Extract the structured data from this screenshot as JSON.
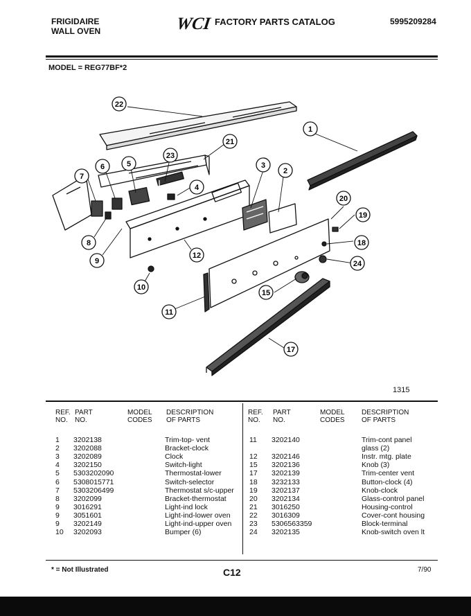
{
  "header": {
    "brand": "FRIGIDAIRE",
    "product": "WALL OVEN",
    "logo_text": "WCI",
    "catalog_title": "FACTORY PARTS CATALOG",
    "catalog_number": "5995209284"
  },
  "model_line": "MODEL = REG77BF*2",
  "figure_number": "1315",
  "callouts": [
    "1",
    "2",
    "3",
    "4",
    "5",
    "6",
    "7",
    "8",
    "9",
    "10",
    "11",
    "12",
    "15",
    "17",
    "18",
    "19",
    "20",
    "21",
    "22",
    "23",
    "24"
  ],
  "table_headers": {
    "ref": "REF.\nNO.",
    "part": "PART\nNO.",
    "model_codes": "MODEL\nCODES",
    "description": "DESCRIPTION\nOF PARTS"
  },
  "parts_left": [
    {
      "ref": "1",
      "part": "3202138",
      "desc": "Trim-top- vent"
    },
    {
      "ref": "2",
      "part": "3202088",
      "desc": "Bracket-clock"
    },
    {
      "ref": "3",
      "part": "3202089",
      "desc": "Clock"
    },
    {
      "ref": "4",
      "part": "3202150",
      "desc": "Switch-light"
    },
    {
      "ref": "5",
      "part": "5303202090",
      "desc": "Thermostat-lower"
    },
    {
      "ref": "6",
      "part": "5308015771",
      "desc": "Switch-selector"
    },
    {
      "ref": "7",
      "part": "5303206499",
      "desc": "Thermostat s/c-upper"
    },
    {
      "ref": "8",
      "part": "3202099",
      "desc": "Bracket-thermostat"
    },
    {
      "ref": "9",
      "part": "3016291",
      "desc": "Light-ind lock"
    },
    {
      "ref": "9",
      "part": "3051601",
      "desc": "Light-ind-lower oven"
    },
    {
      "ref": "9",
      "part": "3202149",
      "desc": "Light-ind-upper oven"
    },
    {
      "ref": "10",
      "part": "3202093",
      "desc": "Bumper (6)"
    }
  ],
  "parts_right": [
    {
      "ref": "11",
      "part": "3202140",
      "desc": "Trim-cont panel"
    },
    {
      "ref": "",
      "part": "",
      "desc": "glass (2)"
    },
    {
      "ref": "12",
      "part": "3202146",
      "desc": "Instr. mtg. plate"
    },
    {
      "ref": "15",
      "part": "3202136",
      "desc": "Knob (3)"
    },
    {
      "ref": "17",
      "part": "3202139",
      "desc": "Trim-center vent"
    },
    {
      "ref": "18",
      "part": "3232133",
      "desc": "Button-clock (4)"
    },
    {
      "ref": "19",
      "part": "3202137",
      "desc": "Knob-clock"
    },
    {
      "ref": "20",
      "part": "3202134",
      "desc": "Glass-control panel"
    },
    {
      "ref": "21",
      "part": "3016250",
      "desc": "Housing-control"
    },
    {
      "ref": "22",
      "part": "3016309",
      "desc": "Cover-cont housing"
    },
    {
      "ref": "23",
      "part": "5306563359",
      "desc": "Block-terminal"
    },
    {
      "ref": "24",
      "part": "3202135",
      "desc": "Knob-switch oven lt"
    }
  ],
  "footer": {
    "footnote": "* = Not Illustrated",
    "page": "C12",
    "date": "7/90"
  }
}
